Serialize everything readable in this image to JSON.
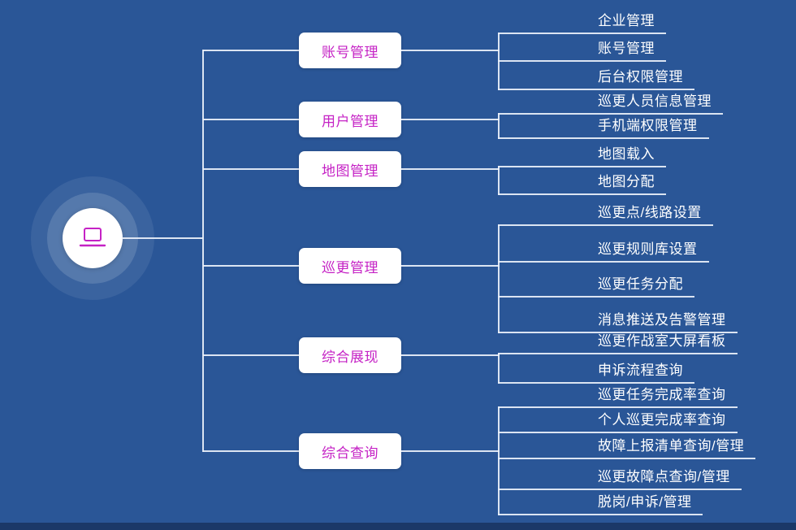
{
  "diagram": {
    "type": "mindmap",
    "root": {
      "icon": "laptop-icon"
    },
    "branches": [
      {
        "label": "账号管理",
        "children": [
          "企业管理",
          "账号管理",
          "后台权限管理"
        ]
      },
      {
        "label": "用户管理",
        "children": [
          "巡更人员信息管理",
          "手机端权限管理"
        ]
      },
      {
        "label": "地图管理",
        "children": [
          "地图载入",
          "地图分配"
        ]
      },
      {
        "label": "巡更管理",
        "children": [
          "巡更点/线路设置",
          "巡更规则库设置",
          "巡更任务分配",
          "消息推送及告警管理"
        ]
      },
      {
        "label": "综合展现",
        "children": [
          "巡更作战室大屏看板",
          "申诉流程查询"
        ]
      },
      {
        "label": "综合查询",
        "children": [
          "巡更任务完成率查询",
          "个人巡更完成率查询",
          "故障上报清单查询/管理",
          "巡更故障点查询/管理",
          "脱岗/申诉/管理"
        ]
      }
    ]
  },
  "colors": {
    "background": "#2a5697",
    "node_background": "#ffffff",
    "node_text": "#c522c5",
    "leaf_text": "#ffffff",
    "connector_line": "#eaf0fa",
    "icon_accent": "#d41ed4",
    "footer_bar": "#1b3868"
  }
}
